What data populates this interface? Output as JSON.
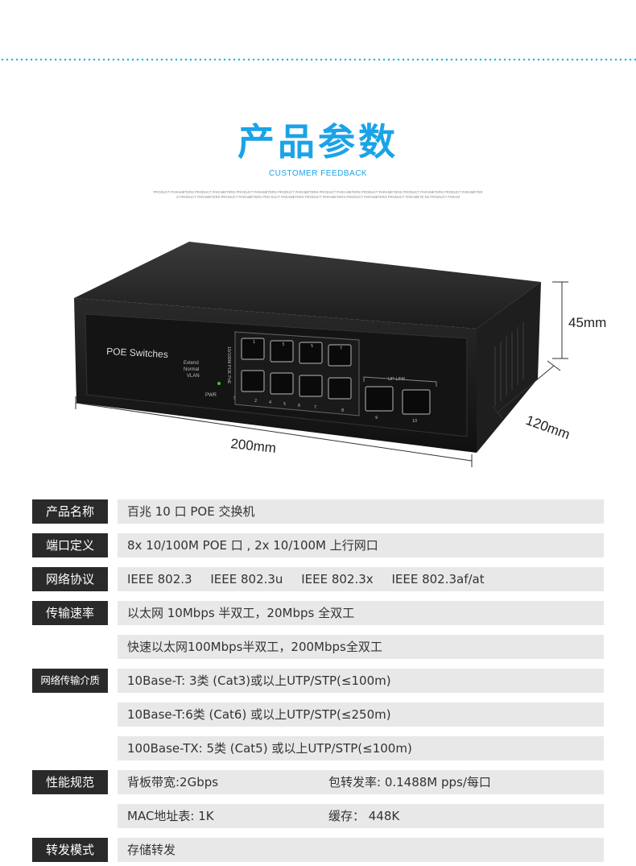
{
  "header": {
    "title": "产品参数",
    "subtitle": "CUSTOMER FEEDBACK",
    "filler": "PRODUCT PARAMETERS PRODUCT PARAMETERS PRODUCT PARAMETERS PRODUCT PARAMETERS PRODUCT PARA METERS PRODUCT PARAMETERS PRODUCT PARAMETERS PRODUCT PARAMETERS PRODUCT PARAMETERS PRODUCT PARAMETERS PRO DUCT PARAMETERS PRODUCT PARAMETERS PRODUCT PARAMETERS PRODUCT PARAMETE RS PRODUCT PARAM"
  },
  "product": {
    "brand_label": "POE Switches",
    "indicator_labels": [
      "Extend",
      "Normal",
      "VLAN"
    ],
    "pwr_label": "PWR",
    "poe_side_label": "10/100M POE PoE",
    "uplink_label": "UP-LINK",
    "port_top_numbers": [
      "1",
      "3",
      "5",
      "7"
    ],
    "port_bottom_numbers": [
      "2",
      "4",
      "5",
      "6",
      "7",
      "8"
    ],
    "uplink_numbers": [
      "9",
      "10"
    ],
    "sw_label": "SW",
    "dim_height": "45mm",
    "dim_depth": "120mm",
    "dim_width": "200mm"
  },
  "specs": {
    "name_label": "产品名称",
    "name_value": "百兆 10 口 POE 交换机",
    "ports_label": "端口定义",
    "ports_value": "8x 10/100M POE 口 , 2x 10/100M 上行网口",
    "protocol_label": "网络协议",
    "protocols": [
      "IEEE 802.3",
      "IEEE 802.3u",
      "IEEE 802.3x",
      "IEEE 802.3af/at"
    ],
    "rate_label": "传输速率",
    "rate_value_1": "以太网 10Mbps 半双工，20Mbps 全双工",
    "rate_value_2": "快速以太网100Mbps半双工，200Mbps全双工",
    "media_label": "网络传输介质",
    "media_value_1": "10Base-T: 3类 (Cat3)或以上UTP/STP(≤100m)",
    "media_value_2": "10Base-T:6类 (Cat6) 或以上UTP/STP(≤250m)",
    "media_value_3": "100Base-TX: 5类 (Cat5) 或以上UTP/STP(≤100m)",
    "perf_label": "性能规范",
    "perf_backplane": "背板带宽:2Gbps",
    "perf_forwarding": "包转发率: 0.1488M pps/每口",
    "perf_mac": "MAC地址表: 1K",
    "perf_cache": "缓存：  448K",
    "mode_label": "转发模式",
    "mode_value": "存储转发"
  }
}
